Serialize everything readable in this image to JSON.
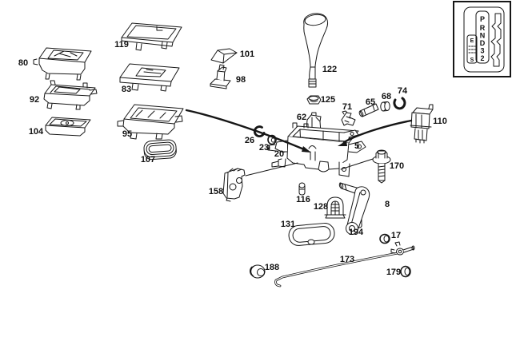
{
  "figure": {
    "type": "exploded-parts-diagram",
    "subject": "automatic transmission gear shift assembly",
    "background_color": "#ffffff",
    "line_color": "#161616"
  },
  "parts": [
    {
      "num": "80"
    },
    {
      "num": "92"
    },
    {
      "num": "104"
    },
    {
      "num": "119"
    },
    {
      "num": "83"
    },
    {
      "num": "95"
    },
    {
      "num": "107"
    },
    {
      "num": "101"
    },
    {
      "num": "98"
    },
    {
      "num": "122"
    },
    {
      "num": "125"
    },
    {
      "num": "62"
    },
    {
      "num": "26"
    },
    {
      "num": "23"
    },
    {
      "num": "20"
    },
    {
      "num": "71"
    },
    {
      "num": "65"
    },
    {
      "num": "68"
    },
    {
      "num": "74"
    },
    {
      "num": "110"
    },
    {
      "num": "5"
    },
    {
      "num": "170"
    },
    {
      "num": "158"
    },
    {
      "num": "116"
    },
    {
      "num": "128"
    },
    {
      "num": "131"
    },
    {
      "num": "194"
    },
    {
      "num": "8"
    },
    {
      "num": "17"
    },
    {
      "num": "188"
    },
    {
      "num": "173"
    },
    {
      "num": "179"
    }
  ],
  "legend": {
    "gears": [
      "P",
      "R",
      "N",
      "D",
      "3",
      "2"
    ],
    "mode_top": "E",
    "mode_bottom": "S"
  }
}
